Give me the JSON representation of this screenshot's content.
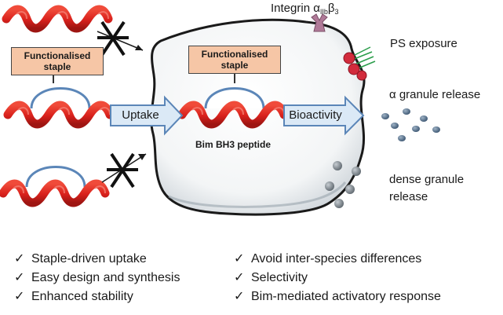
{
  "labels": {
    "integrin_base": "Integrin α",
    "integrin_sub1": "IIb",
    "integrin_mid": "β",
    "integrin_sub2": "3",
    "ps_exposure": "PS exposure",
    "alpha_granule": "α granule release",
    "dense_granule_line1": "dense granule",
    "dense_granule_line2": "release",
    "peptide": "Bim BH3 peptide",
    "uptake": "Uptake",
    "bioactivity": "Bioactivity",
    "staple_line1": "Functionalised",
    "staple_line2": "staple"
  },
  "bullets_left": [
    "Staple-driven uptake",
    "Easy design and synthesis",
    "Enhanced stability"
  ],
  "bullets_right": [
    "Avoid inter-species differences",
    "Selectivity",
    "Bim-mediated activatory response"
  ],
  "check_glyph": "✓",
  "colors": {
    "helix": "#d9211c",
    "staple": "#6a9bd1",
    "arrow_fill": "#dbe9f6",
    "arrow_stroke": "#5b86b8",
    "box_fill": "#f6c6a6",
    "integrin": "#b07a98",
    "ps_head": "#d22b3c",
    "alpha_granule": "#46627e",
    "dense_granule": "#737c84"
  }
}
